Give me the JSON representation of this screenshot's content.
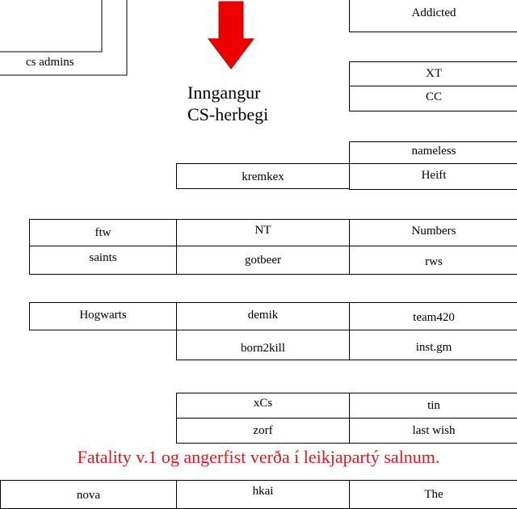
{
  "entrance_title": [
    "Inngangur",
    "CS-herbegi"
  ],
  "notice": "Fatality v.1 og angerfist verða í leikjapartý salnum.",
  "arrow_color": "#ee0000",
  "text_color_notice": "#e8141a",
  "rooms": {
    "cs_admins": "cs admins",
    "addicted": "Addicted",
    "xt": "XT",
    "cc": "CC",
    "nameless": "nameless",
    "kremkex": "kremkex",
    "heift": "Heift",
    "ftw": "ftw",
    "nt": "NT",
    "numbers": "Numbers",
    "saints": "saints",
    "gotbeer": "gotbeer",
    "rws": "rws",
    "hogwarts": "Hogwarts",
    "demik": "demik",
    "team420": "team420",
    "born2kill": "born2kill",
    "inst_gm": "inst.gm",
    "xcs": "xCs",
    "tin": "tin",
    "zorf": "zorf",
    "last_wish": "last wish",
    "nova": "nova",
    "hkai": "hkai",
    "the": "The"
  }
}
